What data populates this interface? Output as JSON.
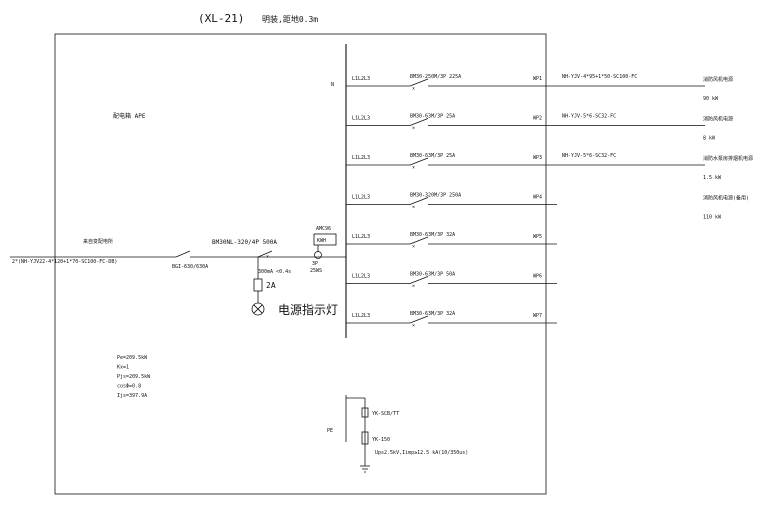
{
  "header": {
    "code": "(XL-21)",
    "install_note": "明装,距地0.3m"
  },
  "panel": {
    "name": "配电箱 APE",
    "bus_n": "N",
    "bus_pe": "PE"
  },
  "incoming": {
    "source_label": "来自变配电所",
    "cable": "2*(NH-YJV22-4*120+1*70-SC100-FC-DB)",
    "isolator": "BGI-630/630A",
    "main_breaker": "BM30NL-320/4P 500A",
    "meter_model": "AMC96",
    "meter_label": "KWH",
    "ct_phase": "3P",
    "ct_rating": "25WS",
    "rcd": "300mA <0.4s",
    "fuse": "2A",
    "lamp_label": "电源指示灯"
  },
  "load_summary": [
    "Pe=209.5kW",
    "Kx=1",
    "Pjs=209.5kW",
    "cosΦ=0.8",
    "Ijs=397.9A"
  ],
  "circuits": [
    {
      "phase": "L1L2L3",
      "breaker": "BM30-250M/3P 225A",
      "id": "WP1",
      "cable": "NH-YJV-4*95+1*50-SC100-FC",
      "load": "消防风机电源",
      "power": "90 kW"
    },
    {
      "phase": "L1L2L3",
      "breaker": "BM30-63M/3P 25A",
      "id": "WP2",
      "cable": "NH-YJV-5*6-SC32-FC",
      "load": "消防风机电源",
      "power": "8 kW"
    },
    {
      "phase": "L1L2L3",
      "breaker": "BM30-63M/3P 25A",
      "id": "WP3",
      "cable": "NH-YJV-5*6-SC32-FC",
      "load": "消防水泵房排烟机电源",
      "power": "1.5 kW"
    },
    {
      "phase": "L1L2L3",
      "breaker": "BM30-320M/3P 250A",
      "id": "WP4",
      "cable": "",
      "load": "消防风机电源(备用)",
      "power": "110 kW"
    },
    {
      "phase": "L1L2L3",
      "breaker": "BM30-63M/3P 32A",
      "id": "WP5",
      "cable": "",
      "load": "",
      "power": ""
    },
    {
      "phase": "L1L2L3",
      "breaker": "BM30-63M/3P 50A",
      "id": "WP6",
      "cable": "",
      "load": "",
      "power": ""
    },
    {
      "phase": "L1L2L3",
      "breaker": "BM30-63M/3P 32A",
      "id": "WP7",
      "cable": "",
      "load": "",
      "power": ""
    }
  ],
  "surge": {
    "spd1": "YK-SCB/TT",
    "spd2": "YK-150",
    "spec": "Ups2.5kV,Iimp≥12.5 kA(10/350us)"
  }
}
